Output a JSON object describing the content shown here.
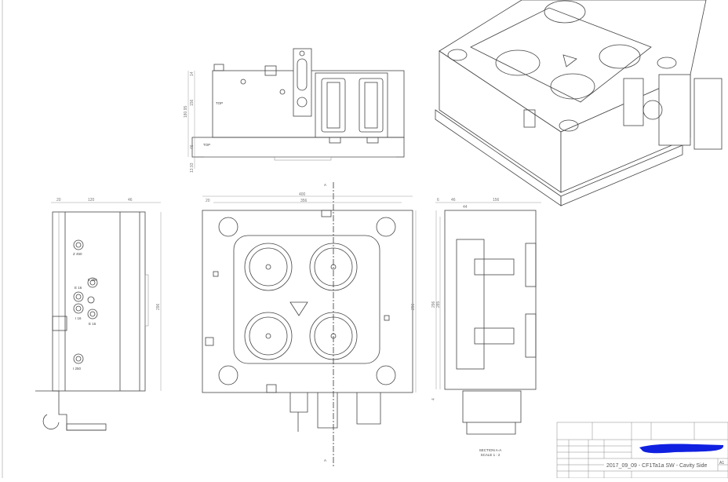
{
  "drawing": {
    "top_view": {
      "labels": [
        "TOP",
        "TOP"
      ],
      "dimensions": [
        "14",
        "156",
        "180.95",
        "46",
        "13.93"
      ]
    },
    "side_view": {
      "dimensions": [
        "20",
        "120",
        "46",
        "296"
      ],
      "port_labels": [
        "Z 450",
        "E 250",
        "E 16",
        "I 16",
        "E 16",
        "I 250"
      ]
    },
    "plan_view": {
      "dimensions": [
        "400",
        "20",
        "356",
        "296"
      ],
      "section_marks": [
        "A",
        "A"
      ]
    },
    "section_view": {
      "dimensions": [
        "6",
        "46",
        "156",
        "44",
        "296",
        "285",
        "4"
      ],
      "title": "SECTION A-A",
      "scale": "SCALE 1 : 2"
    },
    "title_block": {
      "drawing_name": "2017_09_09 - CF1Ta1a SW - Cavity Side",
      "sheet_size": "A1"
    }
  },
  "colors": {
    "line": "#444444",
    "redaction": "#1020e0"
  }
}
